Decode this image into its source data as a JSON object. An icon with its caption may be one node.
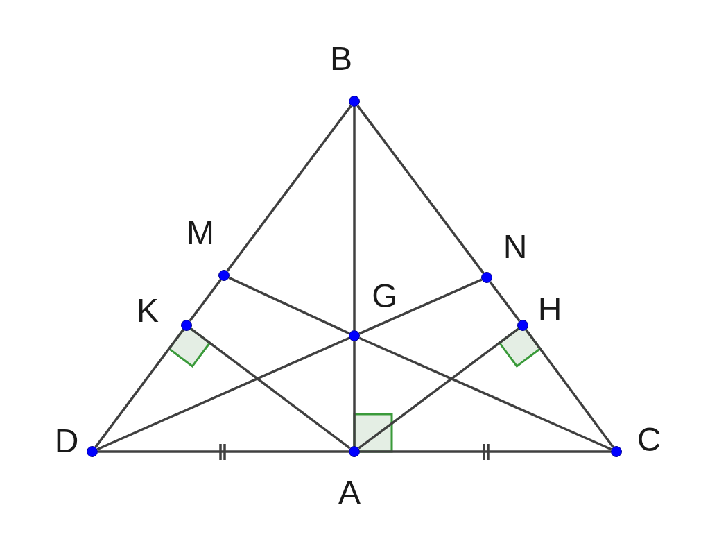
{
  "diagram": {
    "nodes": [
      {
        "text": [
          "B"
        ]
      },
      {
        "text": [
          "M"
        ]
      },
      {
        "text": [
          "N"
        ]
      },
      {
        "text": [
          "K"
        ]
      },
      {
        "text": [
          "G"
        ]
      },
      {
        "text": [
          "H"
        ]
      },
      {
        "text": [
          "D"
        ]
      },
      {
        "text": [
          "A"
        ]
      },
      {
        "text": [
          "C"
        ]
      }
    ],
    "edges": [
      {
        "from": 6,
        "to": 3,
        "arrow": "none"
      },
      {
        "from": 3,
        "to": 1,
        "arrow": "none"
      },
      {
        "from": 1,
        "to": 0,
        "arrow": "none"
      },
      {
        "from": 0,
        "to": 2,
        "arrow": "none"
      },
      {
        "from": 2,
        "to": 5,
        "arrow": "none"
      },
      {
        "from": 5,
        "to": 8,
        "arrow": "none"
      },
      {
        "from": 0,
        "to": 4,
        "arrow": "none"
      },
      {
        "from": 4,
        "to": 7,
        "arrow": "none"
      },
      {
        "from": 6,
        "to": 7,
        "arrow": "none"
      },
      {
        "from": 7,
        "to": 8,
        "arrow": "none"
      },
      {
        "from": 1,
        "to": 4,
        "arrow": "none"
      },
      {
        "from": 4,
        "to": 8,
        "arrow": "none"
      },
      {
        "from": 6,
        "to": 4,
        "arrow": "none"
      },
      {
        "from": 4,
        "to": 2,
        "arrow": "none"
      },
      {
        "from": 3,
        "to": 7,
        "arrow": "none"
      },
      {
        "from": 7,
        "to": 5,
        "arrow": "none"
      }
    ]
  }
}
